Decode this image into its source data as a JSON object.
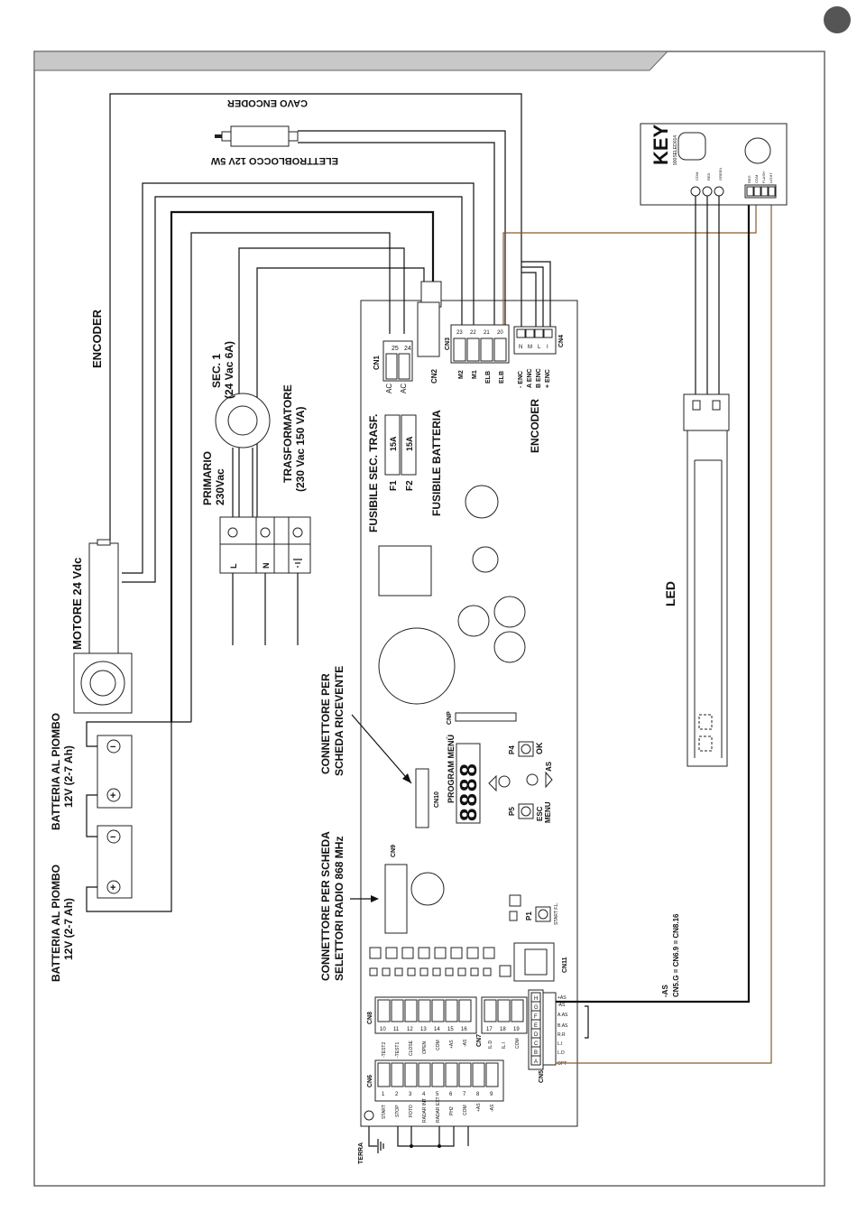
{
  "labels": {
    "cavo_encoder": "CAVO ENCODER",
    "elettroblocco": "ELETTROBLOCCO 12V 5W",
    "encoder_left": "ENCODER",
    "sec1_line1": "SEC. 1",
    "sec1_line2": "(24 Vac 6A)",
    "trasf_line1": "TRASFORMATORE",
    "trasf_line2": "(230 Vac 150 VA)",
    "primario_line1": "PRIMARIO",
    "primario_line2": "230Vac",
    "motore": "MOTORE 24 Vdc",
    "batt1_line1": "BATTERIA AL PIOMBO",
    "batt1_line2": "12V (2-7 Ah)",
    "batt2_line1": "BATTERIA AL PIOMBO",
    "batt2_line2": "12V (2-7 Ah)",
    "conn_ricevente_line1": "CONNETTORE PER",
    "conn_ricevente_line2": "SCHEDA RICEVENTE",
    "conn_radio_line1": "CONNETTORE PER SCHEDA",
    "conn_radio_line2": "SELETTORI RADIO 868 MHz",
    "fusibile_sec": "FUSIBILE SEC. TRASF.",
    "fusibile_batt": "FUSIBILE BATTERIA",
    "encoder_board": "ENCODER",
    "f1": "F1",
    "f2": "F2",
    "fuse_rating1": "15A",
    "fuse_rating2": "15A",
    "led": "LED",
    "program_menu": "PROGRAM MENÙ",
    "cn10": "CN10",
    "cn9": "CN9",
    "cn11": "CN11",
    "cnp": "CNP",
    "cn1": "CN1",
    "cn2": "CN2",
    "cn3": "CN3",
    "cn4": "CN4",
    "cn5": "CN5",
    "cn6": "CN6",
    "cn7": "CN7",
    "cn8": "CN8",
    "p1": "P1",
    "p4": "P4",
    "p5": "P5",
    "ok": "OK",
    "esc": "ESC",
    "menu": "MENU",
    "as_arrow": "AS",
    "start_fl": "START F.L.",
    "terra": "TERRA",
    "minus_as": "-AS",
    "cn_equation": "CN5.G = CN6.9 = CN8.16",
    "key_logo": "KEY",
    "key_model": "900SELED014",
    "l": "L",
    "n": "N",
    "seven_seg": "8888"
  },
  "cn1_pins": [
    {
      "num": "25",
      "label": "AC"
    },
    {
      "num": "24",
      "label": "AC"
    }
  ],
  "cn3_pins": [
    {
      "num": "23",
      "label": "M2"
    },
    {
      "num": "22",
      "label": "M1"
    },
    {
      "num": "21",
      "label": "ELB"
    },
    {
      "num": "20",
      "label": "ELB"
    }
  ],
  "cn4_pins": [
    {
      "num": "N",
      "label": "- ENC"
    },
    {
      "num": "M",
      "label": "A ENC"
    },
    {
      "num": "L",
      "label": "B ENC"
    },
    {
      "num": "I",
      "label": "+ ENC"
    }
  ],
  "cn6_pins": [
    {
      "num": "1",
      "label": "START"
    },
    {
      "num": "2",
      "label": "STOP"
    },
    {
      "num": "3",
      "label": "FOTO"
    },
    {
      "num": "4",
      "label": "RADAR INT"
    },
    {
      "num": "5",
      "label": "RADAR EXT"
    },
    {
      "num": "6",
      "label": "PH2"
    },
    {
      "num": "7",
      "label": "COM"
    },
    {
      "num": "8",
      "label": "+AS"
    },
    {
      "num": "9",
      "label": "-AS"
    }
  ],
  "cn8_pins": [
    {
      "num": "10",
      "label": "-TEST2"
    },
    {
      "num": "11",
      "label": "-TEST1"
    },
    {
      "num": "12",
      "label": "CLOSE"
    },
    {
      "num": "13",
      "label": "OPEN"
    },
    {
      "num": "14",
      "label": "COM"
    },
    {
      "num": "15",
      "label": "+AS"
    },
    {
      "num": "16",
      "label": "-AS"
    }
  ],
  "cn7_pins": [
    {
      "num": "17",
      "label": "IL.D"
    },
    {
      "num": "18",
      "label": "IL.I"
    },
    {
      "num": "19",
      "label": "COM"
    }
  ],
  "cn5_pins": [
    {
      "num": "A",
      "label": "OPT"
    },
    {
      "num": "B",
      "label": "L.D"
    },
    {
      "num": "C",
      "label": "L.I"
    },
    {
      "num": "D",
      "label": "R.R"
    },
    {
      "num": "E",
      "label": "B.AS"
    },
    {
      "num": "F",
      "label": "A.AS"
    },
    {
      "num": "G",
      "label": "-AS"
    },
    {
      "num": "H",
      "label": "+AS"
    }
  ],
  "key_terms_left": [
    "COM",
    "RED",
    "GREEN"
  ],
  "key_terms_right": [
    "REG",
    "COM",
    "FLASH",
    "LIGHT"
  ]
}
